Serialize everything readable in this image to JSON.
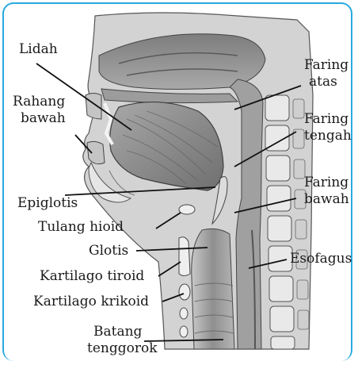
{
  "labels": {
    "lidah": "Lidah",
    "rahang_line1": "Rahang",
    "rahang_line2": "bawah",
    "epiglotis": "Epiglotis",
    "tulang_hioid": "Tulang hioid",
    "glotis": "Glotis",
    "kartilago_tiroid": "Kartilago tiroid",
    "kartilago_krikoid": "Kartilago krikoid",
    "batang_line1": "Batang",
    "batang_line2": "tenggorok",
    "faring_atas_line1": "Faring",
    "faring_atas_line2": "atas",
    "faring_tengah_line1": "Faring",
    "faring_tengah_line2": "tengah",
    "faring_bawah_line1": "Faring",
    "faring_bawah_line2": "bawah",
    "esofagus": "Esofagus"
  },
  "colors": {
    "frame": "#29a9e0",
    "tissue_dark": "#8e8e8e",
    "tissue_mid": "#b7b7b7",
    "tissue_light": "#d9d9d9",
    "outline": "#4a4a4a"
  }
}
